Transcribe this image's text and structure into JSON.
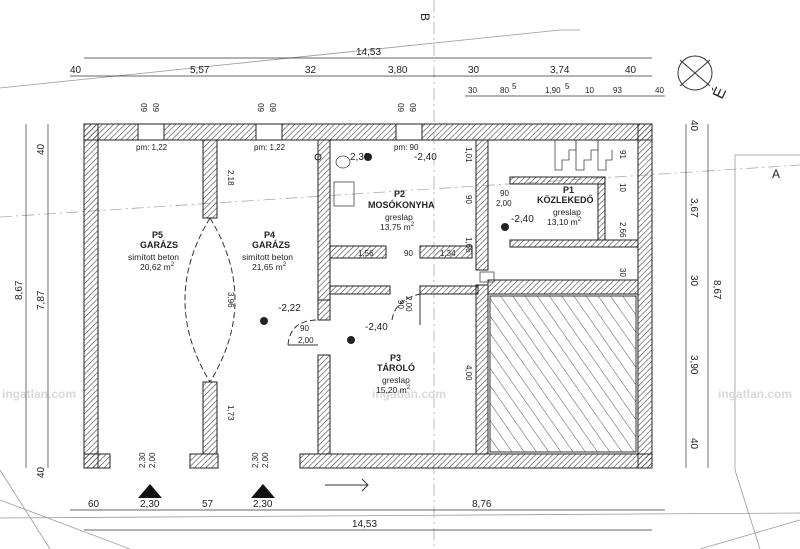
{
  "compass": {
    "north_label": "É",
    "section_label": "A",
    "section_b_label": "B"
  },
  "watermark": "ingatlan.com",
  "dimensions": {
    "top_total": "14,53",
    "top_row1": [
      "40",
      "5,57",
      "32",
      "3,80",
      "30",
      "3,74",
      "40"
    ],
    "top_row2": [
      "30",
      "80",
      "5",
      "1,90",
      "5",
      "10",
      "93",
      "40"
    ],
    "wall_openings_top": [
      "60",
      "60",
      "60",
      "60",
      "60",
      "60"
    ],
    "bottom_row": [
      "60",
      "2,30",
      "57",
      "2,30",
      "8,76"
    ],
    "bottom_total": "14,53",
    "left_outer": "8,67",
    "left_inner": "7,87",
    "left_small": [
      "40",
      "40"
    ],
    "right_outer": "8,67",
    "right_inner": [
      "40",
      "3,67",
      "30",
      "3,90",
      "40"
    ],
    "interior": [
      "2,18",
      "3,96",
      "1,73",
      "1,56",
      "90",
      "1,34",
      "1,01",
      "90",
      "1,66",
      "4,00",
      "91",
      "10",
      "2,66",
      "30",
      "90",
      "2,00",
      "90",
      "2,00",
      "90",
      "2,00",
      "2,30",
      "2,00",
      "2,30",
      "2,00"
    ]
  },
  "parapet_labels": [
    "pm: 1,22",
    "pm: 1,22",
    "pm: 90"
  ],
  "levels": [
    "2,30",
    "-2,40",
    "-2,40",
    "-2,22",
    "-2,40"
  ],
  "rooms": [
    {
      "id": "P1",
      "name": "KÖZLEKEDŐ",
      "finish": "greslap",
      "area": "13,10 m",
      "sup": "2"
    },
    {
      "id": "P2",
      "name": "MOSÓKONYHA",
      "finish": "greslap",
      "area": "13,75 m",
      "sup": "2"
    },
    {
      "id": "P3",
      "name": "TÁROLÓ",
      "finish": "greslap",
      "area": "15,20 m",
      "sup": "2"
    },
    {
      "id": "P4",
      "name": "GARÁZS",
      "finish": "simított beton",
      "area": "21,65 m",
      "sup": "2"
    },
    {
      "id": "P5",
      "name": "GARÁZS",
      "finish": "simított beton",
      "area": "20,62 m",
      "sup": "2"
    }
  ],
  "colors": {
    "wall_hatch": "#555555",
    "line": "#222222",
    "grid": "#bbbbbb"
  }
}
